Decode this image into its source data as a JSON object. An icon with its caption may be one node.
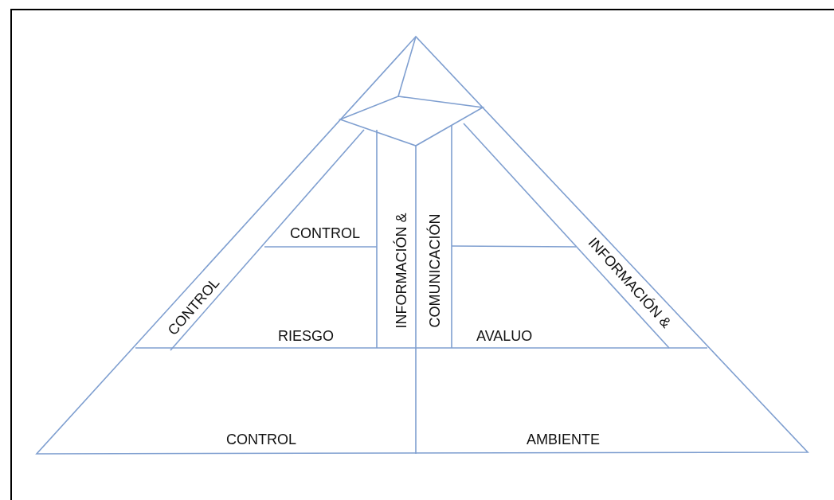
{
  "diagram": {
    "labels": [
      "CONTROL",
      "INFORMACIÓN &",
      "COMUNICACIÓN",
      "INFORMACIÓN &",
      "CONTROL",
      "RIESGO",
      "AVALUO",
      "CONTROL",
      "AMBIENTE"
    ]
  }
}
